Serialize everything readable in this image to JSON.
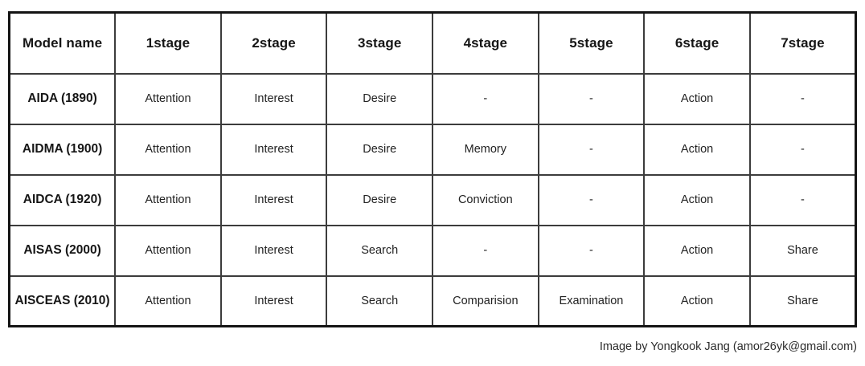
{
  "chart_data": {
    "type": "table",
    "columns": [
      "Model name",
      "1stage",
      "2stage",
      "3stage",
      "4stage",
      "5stage",
      "6stage",
      "7stage"
    ],
    "rows": [
      [
        "AIDA (1890)",
        "Attention",
        "Interest",
        "Desire",
        "-",
        "-",
        "Action",
        "-"
      ],
      [
        "AIDMA (1900)",
        "Attention",
        "Interest",
        "Desire",
        "Memory",
        "-",
        "Action",
        "-"
      ],
      [
        "AIDCA (1920)",
        "Attention",
        "Interest",
        "Desire",
        "Conviction",
        "-",
        "Action",
        "-"
      ],
      [
        "AISAS (2000)",
        "Attention",
        "Interest",
        "Search",
        "-",
        "-",
        "Action",
        "Share"
      ],
      [
        "AISCEAS (2010)",
        "Attention",
        "Interest",
        "Search",
        "Comparision",
        "Examination",
        "Action",
        "Share"
      ]
    ],
    "layout": {
      "grid": true,
      "header_row_bold": true,
      "first_column_bold": true
    }
  },
  "footer": {
    "credit": "Image by Yongkook Jang (amor26yk@gmail.com)"
  },
  "colors": {
    "background": "#ffffff",
    "outer_border": "#141414",
    "inner_border": "#3c3c3c",
    "text": "#1a1a1a"
  }
}
